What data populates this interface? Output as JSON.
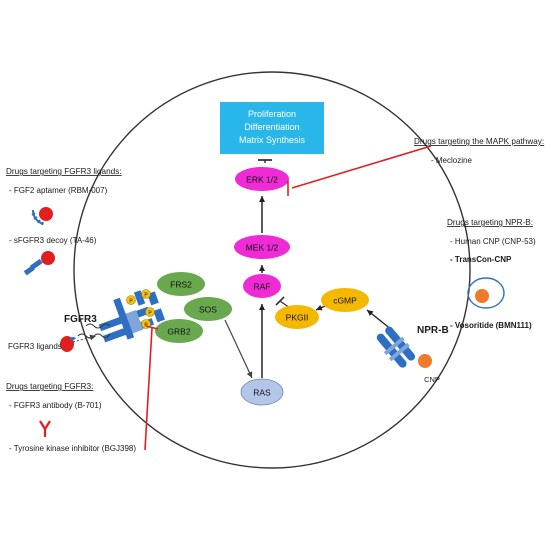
{
  "output_box": {
    "lines": [
      "Proliferation",
      "Differentiation",
      "Matrix Synthesis"
    ]
  },
  "nodes": {
    "erk": "ERK 1/2",
    "mek": "MEK 1/2",
    "raf": "RAF",
    "ras": "RAS",
    "frs2": "FRS2",
    "sos": "SOS",
    "grb2": "GRB2",
    "pkgii": "PKGII",
    "cgmp": "cGMP"
  },
  "receptors": {
    "fgfr3": "FGFR3",
    "npr_b": "NPR-B",
    "cnp": "CNP",
    "ligands": "FGFR3 ligands",
    "phospho": "P"
  },
  "panels": {
    "ligand_drugs": {
      "title": "Drugs targeting FGFR3 ligands:",
      "items": [
        "- FGF2 aptamer (RBM-007)",
        "- sFGFR3 decoy (TA-46)"
      ]
    },
    "fgfr3_drugs": {
      "title": "Drugs targeting FGFR3:",
      "items": [
        "- FGFR3 antibody (B-701)",
        "- Tyrosine kinase inhibitor (BGJ398)"
      ]
    },
    "mapk_drugs": {
      "title": "Drugs targeting the MAPK pathway:",
      "items": [
        "- Meclozine"
      ]
    },
    "nprb_drugs": {
      "title": "Drugs targeting NPR-B:",
      "items": [
        "- Human CNP (CNP-53)",
        "- TransCon-CNP",
        "- Vosoritide (BMN111)"
      ]
    }
  },
  "colors": {
    "output_box": "#29b6e8",
    "magenta_node": "#ee2bd5",
    "green_node": "#6aa84f",
    "orange_node": "#f5b800",
    "ras_node": "#b4c6e7",
    "receptor_blue": "#2e6fc4",
    "inhibitor_red": "#e02020"
  }
}
